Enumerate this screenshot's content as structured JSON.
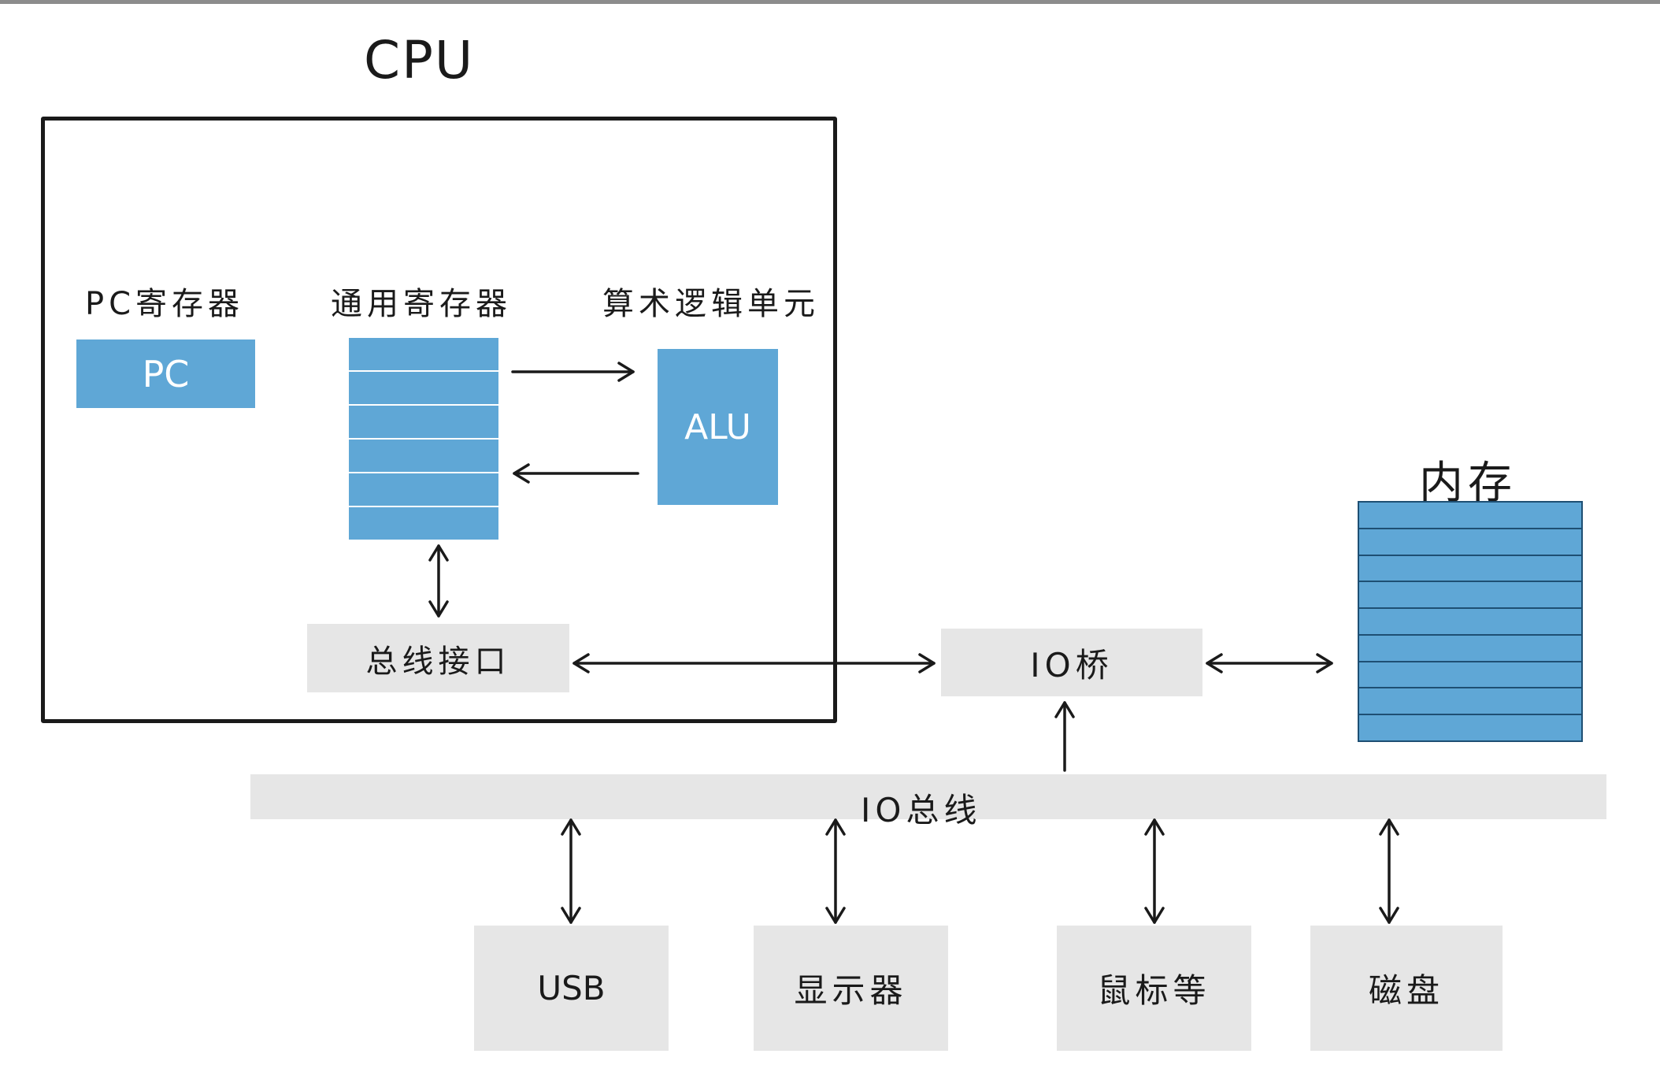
{
  "cpu": {
    "title": "CPU",
    "pc_register_label": "PC寄存器",
    "pc_box_label": "PC",
    "general_register_label": "通用寄存器",
    "alu_section_label": "算术逻辑单元",
    "alu_box_label": "ALU",
    "bus_interface_label": "总线接口"
  },
  "io_bridge": {
    "label": "IO桥"
  },
  "memory": {
    "label": "内存"
  },
  "io_bus": {
    "label": "IO总线"
  },
  "devices": [
    {
      "label": "USB"
    },
    {
      "label": "显示器"
    },
    {
      "label": "鼠标等"
    },
    {
      "label": "磁盘"
    }
  ],
  "colors": {
    "block_blue": "#5fa7d6",
    "block_grey": "#e6e6e6",
    "line": "#1a1a1a"
  }
}
